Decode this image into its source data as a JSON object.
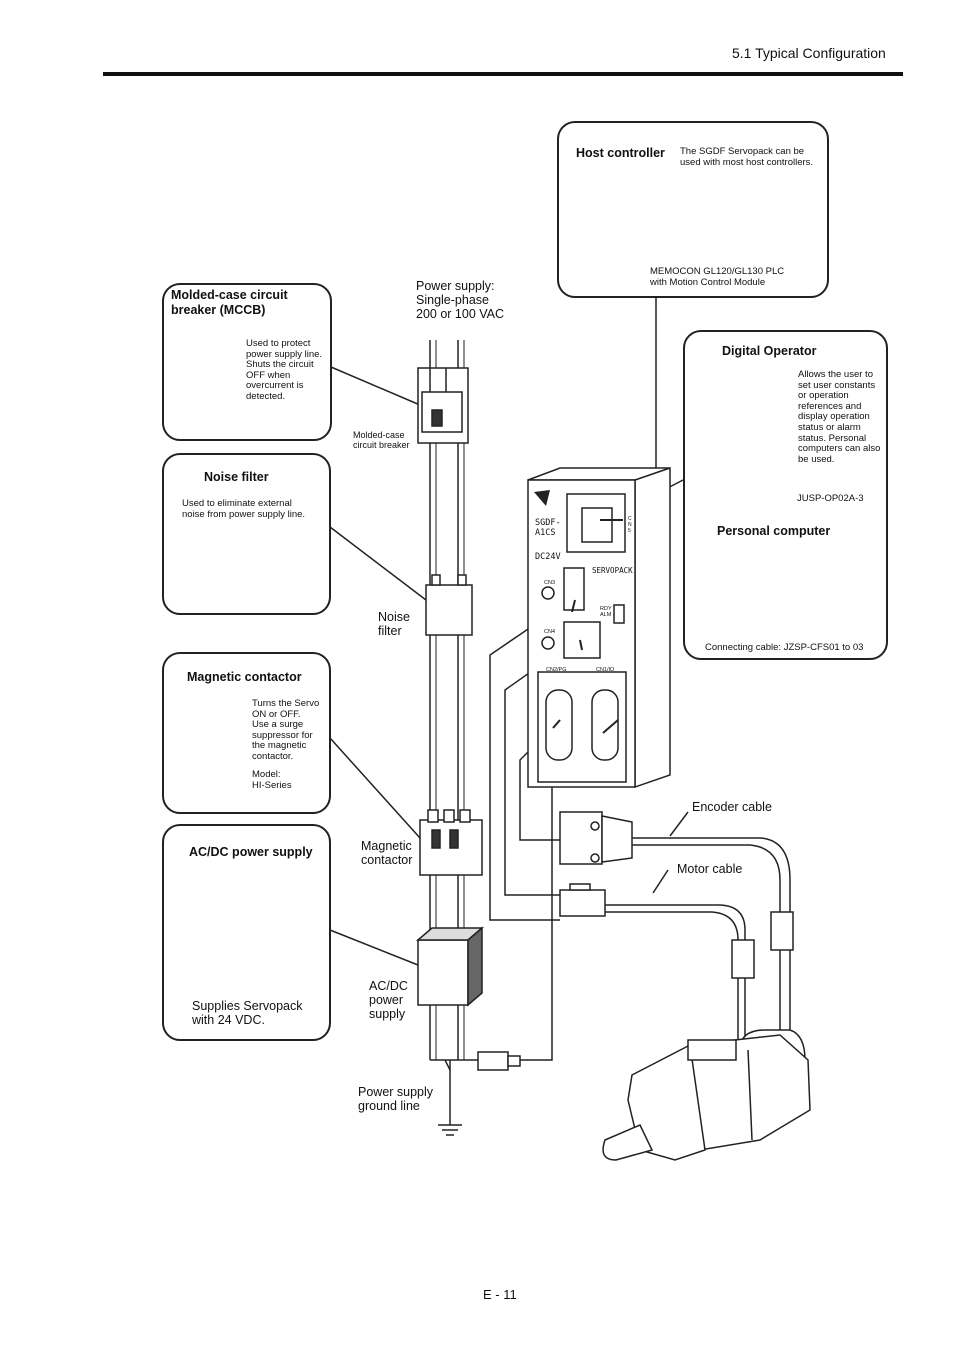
{
  "header": {
    "section": "5.1 Typical Configuration"
  },
  "footer": {
    "page": "E - 11"
  },
  "boxes": {
    "mccb": {
      "title": "Molded-case circuit\nbreaker (MCCB)",
      "desc": "Used to protect\npower supply line.\nShuts the circuit\nOFF when\novercurrent is\ndetected."
    },
    "noise_filter": {
      "title": "Noise filter",
      "desc": "Used to eliminate external\nnoise from power supply line."
    },
    "magnetic_contactor": {
      "title": "Magnetic contactor",
      "desc": "Turns the Servo\nON or OFF.\nUse a surge\nsuppressor for\nthe magnetic\ncontactor.",
      "model": "Model:\nHI-Series"
    },
    "acdc": {
      "title": "AC/DC power supply",
      "desc": "Supplies Servopack\nwith 24 VDC."
    },
    "host": {
      "title": "Host controller",
      "desc": "The SGDF Servopack can be\nused with most host controllers.",
      "caption": "MEMOCON GL120/GL130 PLC\nwith Motion Control Module"
    },
    "operator": {
      "title": "Digital Operator",
      "desc": "Allows the user to\nset user constants\nor operation\nreferences and\ndisplay operation\nstatus or alarm\nstatus. Personal\ncomputers can also\nbe used.",
      "model": "JUSP-OP02A-3",
      "pc_title": "Personal computer",
      "cable": "Connecting cable: JZSP-CFS01 to 03"
    }
  },
  "labels": {
    "power_supply": "Power supply:\nSingle-phase\n200 or 100 VAC",
    "mccb_small": "Molded-case\ncircuit breaker",
    "noise_filter": "Noise\nfilter",
    "magnetic_contactor": "Magnetic\ncontactor",
    "acdc": "AC/DC\npower\nsupply",
    "ground": "Power supply\nground line",
    "encoder_cable": "Encoder cable",
    "motor_cable": "Motor cable"
  },
  "servopack": {
    "model": "SGDF-\nA1CS",
    "voltage": "DC24V",
    "brand": "SERVOPACK",
    "cn3": "CN3",
    "cn4": "CN4",
    "cn2": "CN2/PG",
    "cn1": "CN1/IO",
    "rdy": "RDY\nALM",
    "cn5": "C\nN\n5"
  }
}
